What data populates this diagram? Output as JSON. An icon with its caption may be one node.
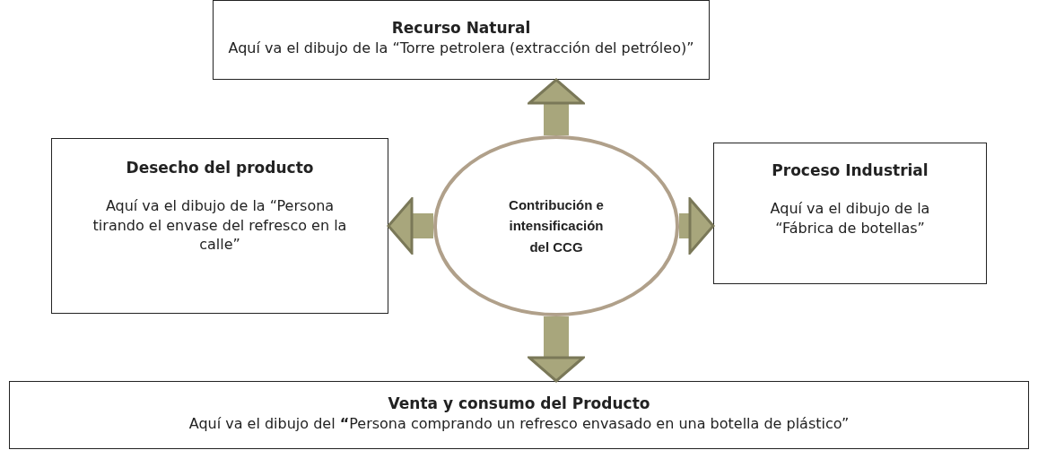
{
  "diagram": {
    "nodes": [
      {
        "text": [
          "Recurso Natural",
          "Aquí va el dibujo de la “Torre petrolera (extracción del petróleo)”"
        ]
      },
      {
        "text": [
          "Desecho del producto",
          "Aquí va el dibujo de la “Persona tirando el envase del refresco en la calle”"
        ]
      },
      {
        "text": [
          "Contribución e intensificación del CCG"
        ]
      },
      {
        "text": [
          "Proceso Industrial",
          "Aquí va el dibujo de la “Fábrica de botellas”"
        ]
      },
      {
        "text": [
          "Venta y consumo del Producto",
          "Aquí va el dibujo del **“**Persona comprando un refresco envasado en una botella de plástico”"
        ]
      }
    ],
    "edges": [
      {
        "from": 2,
        "to": 0,
        "arrow": "to"
      },
      {
        "from": 2,
        "to": 1,
        "arrow": "to"
      },
      {
        "from": 2,
        "to": 3,
        "arrow": "to"
      },
      {
        "from": 2,
        "to": 4,
        "arrow": "to"
      }
    ]
  }
}
